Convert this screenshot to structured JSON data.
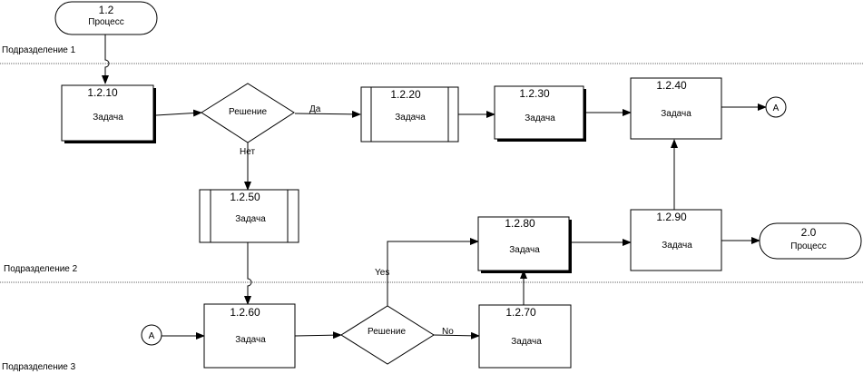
{
  "lanes": [
    "Подразделение 1",
    "Подразделение 2",
    "Подразделение 3"
  ],
  "nodes": {
    "start": {
      "num": "1.2",
      "label": "Процесс"
    },
    "t1210": {
      "num": "1.2.10",
      "label": "Задача"
    },
    "d1": {
      "label": "Решение"
    },
    "t1220": {
      "num": "1.2.20",
      "label": "Задача"
    },
    "t1230": {
      "num": "1.2.30",
      "label": "Задача"
    },
    "t1240": {
      "num": "1.2.40",
      "label": "Задача"
    },
    "connA1": {
      "label": "A"
    },
    "t1250": {
      "num": "1.2.50",
      "label": "Задача"
    },
    "t1280": {
      "num": "1.2.80",
      "label": "Задача"
    },
    "t1290": {
      "num": "1.2.90",
      "label": "Задача"
    },
    "end": {
      "num": "2.0",
      "label": "Процесс"
    },
    "connA2": {
      "label": "A"
    },
    "t1260": {
      "num": "1.2.60",
      "label": "Задача"
    },
    "d2": {
      "label": "Решение"
    },
    "t1270": {
      "num": "1.2.70",
      "label": "Задача"
    }
  },
  "edges": {
    "yes1": "Да",
    "no1": "Нет",
    "yes2": "Yes",
    "no2": "No"
  }
}
